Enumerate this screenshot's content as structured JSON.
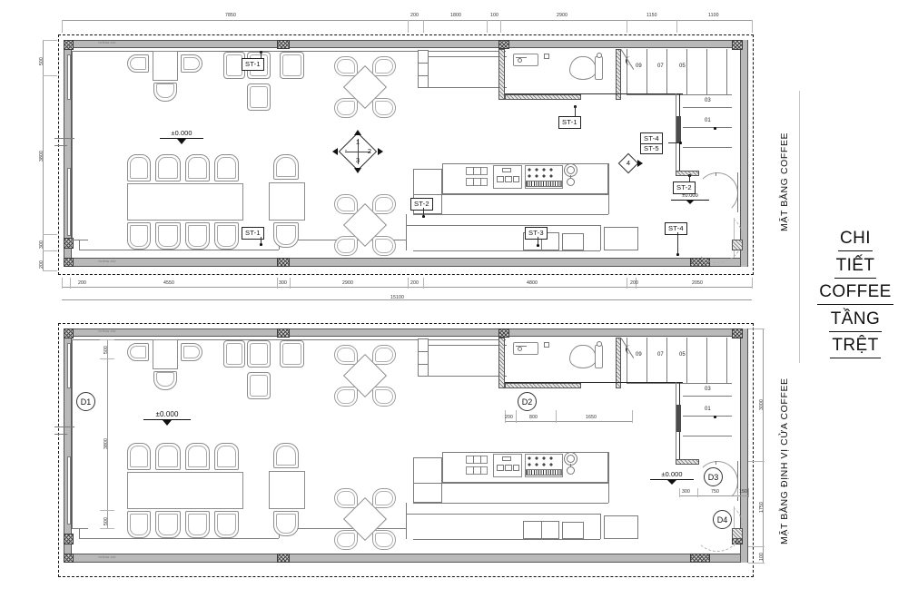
{
  "title_block": {
    "lines": [
      "CHI",
      "TIẾT",
      "COFFEE",
      "TẦNG",
      "TRỆT"
    ]
  },
  "plans": [
    {
      "id": "plan-upper",
      "side_label": "MẶT BẰNG COFFEE",
      "level_markers": [
        "±0.000",
        "±0.000"
      ],
      "top_dimensions": [
        "7850",
        "200",
        "1800",
        "100",
        "2900",
        "1150",
        "1100"
      ],
      "bottom_dimensions": [
        "200",
        "4550",
        "300",
        "2900",
        "200",
        "4800",
        "200",
        "2050"
      ],
      "overall_dimension": "15100",
      "left_dimensions": [
        "500",
        "3800",
        "300",
        "200"
      ],
      "stair_numbers": [
        "09",
        "07",
        "05",
        "03",
        "01"
      ],
      "furniture_tags": [
        "ST-1",
        "ST-1",
        "ST-1",
        "ST-2",
        "ST-2",
        "ST-3",
        "ST-4",
        "ST-5",
        "ST-4"
      ],
      "section_marker": {
        "numbers": [
          "1",
          "2",
          "3"
        ],
        "dash": "-"
      },
      "detail_marker": "4"
    },
    {
      "id": "plan-lower",
      "side_label": "MẶT BẰNG ĐỊNH VỊ CỬA COFFEE",
      "level_markers": [
        "±0.000",
        "±0.000"
      ],
      "left_dimensions": [
        "500",
        "3800",
        "500"
      ],
      "right_dimensions": [
        "3000",
        "1750",
        "100"
      ],
      "inner_dimensions": [
        "200",
        "800",
        "1650",
        "300",
        "750",
        "150"
      ],
      "stair_numbers": [
        "09",
        "07",
        "05",
        "03",
        "01"
      ],
      "door_tags": [
        "D1",
        "D2",
        "D3",
        "D4"
      ]
    }
  ]
}
